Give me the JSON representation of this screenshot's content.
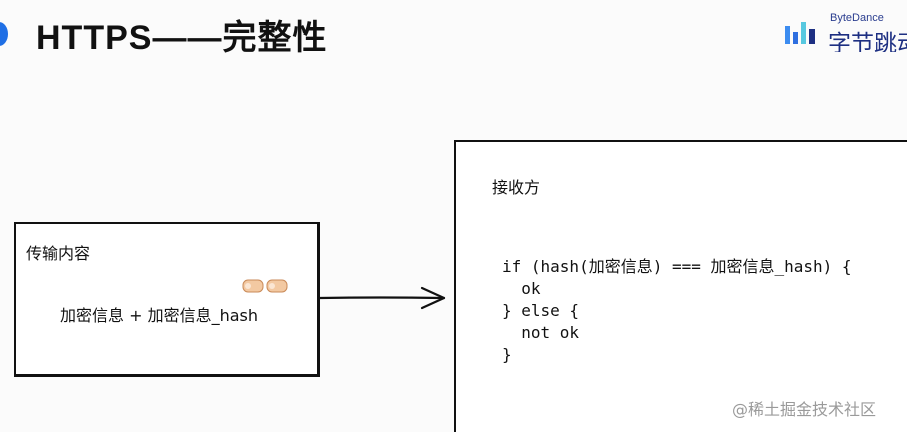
{
  "slide": {
    "title": "HTTPS——完整性"
  },
  "brand": {
    "name_en": "ByteDance",
    "name_cn": "字节跳动",
    "color": "#1d2f82"
  },
  "sender_box": {
    "label": "传输内容",
    "content": "加密信息 + 加密信息_hash"
  },
  "receiver_box": {
    "label": "接收方",
    "code_lines": [
      "if (hash(加密信息) === 加密信息_hash) {",
      "  ok",
      "} else {",
      "  not ok",
      "}"
    ]
  },
  "watermark": "@稀土掘金技术社区",
  "colors": {
    "accent": "#1f6fe5",
    "stroke": "#111111",
    "finger_skin": "#f3c9a2"
  },
  "icons": {
    "title_marker": "blue-dot-icon",
    "brand_logo": "bytedance-logo-icon",
    "fingers": "pointing-fingers-icon",
    "arrow": "arrow-right-icon"
  }
}
